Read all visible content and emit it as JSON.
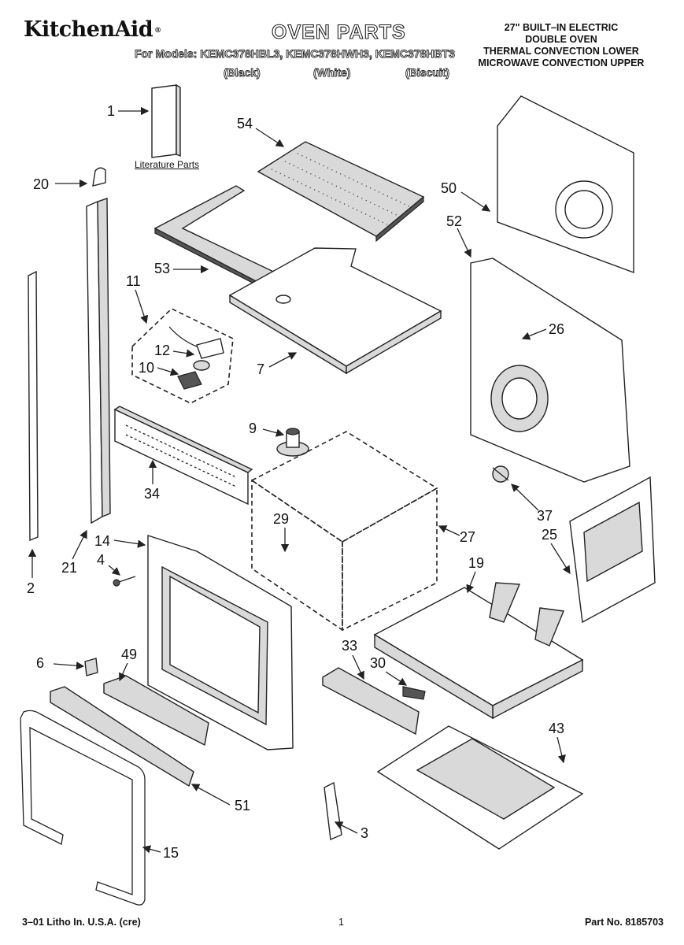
{
  "header": {
    "brand_name": "KitchenAid",
    "brand_mark": "®",
    "title": "OVEN PARTS",
    "models_line": "For Models: KEMC378HBL3, KEMC378HWH3, KEMC378HBT3",
    "color_black": "(Black)",
    "color_white": "(White)",
    "color_biscuit": "(Biscuit)",
    "description": [
      "27\" BUILT–IN ELECTRIC",
      "DOUBLE OVEN",
      "THERMAL CONVECTION LOWER",
      "MICROWAVE CONVECTION UPPER"
    ]
  },
  "literature_label": "Literature Parts",
  "callouts": [
    "1",
    "54",
    "20",
    "50",
    "52",
    "53",
    "11",
    "26",
    "12",
    "10",
    "7",
    "9",
    "34",
    "37",
    "29",
    "25",
    "27",
    "14",
    "4",
    "21",
    "2",
    "19",
    "6",
    "49",
    "33",
    "30",
    "43",
    "51",
    "3",
    "15"
  ],
  "footer": {
    "litho": "3–01 Litho In. U.S.A. (cre)",
    "page": "1",
    "part_no": "Part No. 8185703"
  }
}
